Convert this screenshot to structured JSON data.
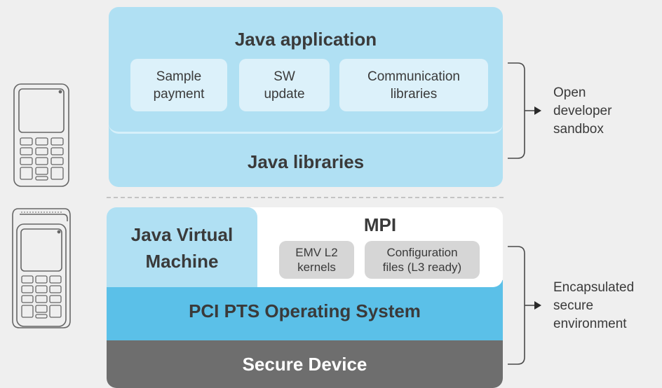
{
  "top_stack": {
    "java_application": {
      "title": "Java application",
      "modules": [
        {
          "line1": "Sample",
          "line2": "payment"
        },
        {
          "line1": "SW",
          "line2": "update"
        },
        {
          "line1": "Communication",
          "line2": "libraries"
        }
      ]
    },
    "java_libraries": "Java libraries"
  },
  "bottom_stack": {
    "jvm": {
      "line1": "Java Virtual",
      "line2": "Machine"
    },
    "mpi": {
      "title": "MPI",
      "modules": [
        {
          "line1": "EMV L2",
          "line2": "kernels"
        },
        {
          "line1": "Configuration",
          "line2": "files (L3 ready)"
        }
      ]
    },
    "pci_os": "PCI PTS Operating System",
    "secure_device": "Secure Device"
  },
  "annotations": {
    "open_sandbox": {
      "line1": "Open",
      "line2": "developer",
      "line3": "sandbox"
    },
    "secure_env": {
      "line1": "Encapsulated",
      "line2": "secure",
      "line3": "environment"
    }
  },
  "colors": {
    "light_blue": "#b0e0f3",
    "chip_blue": "#dcf1fa",
    "os_blue": "#5bc0e8",
    "device_grey": "#6e6e6e",
    "chip_grey": "#d6d6d6",
    "background": "#efefef"
  },
  "icons": [
    "handheld-terminal-icon",
    "countertop-terminal-icon",
    "arrow-right-icon"
  ]
}
